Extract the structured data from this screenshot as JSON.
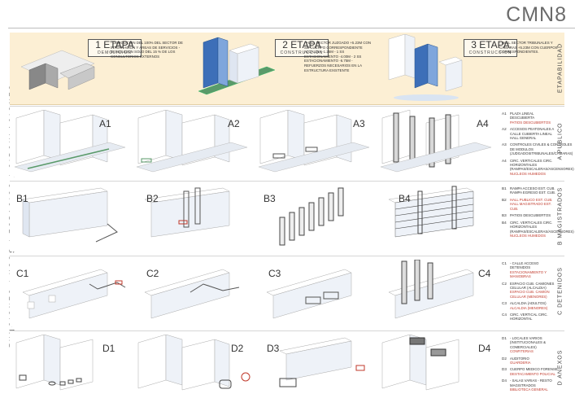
{
  "header": {
    "brand": "CMN8"
  },
  "side_title": "FUNCIONES  /  USOS  /  ESPACIOS  /  CIRCULACIONES",
  "etapas": {
    "title": "ETAPABILIDAD",
    "stages": [
      {
        "num": "1 ETAPA",
        "sub": "DEMOLICION",
        "desc": "- DEMOLICION DEL 100% DEL SECTOR DE INTERNACION Y AREAS DE SERVICIOS - DEMOLICION SOLO DEL 15 % DE LOS CONSULTORIOS EXTERNOS"
      },
      {
        "num": "2 ETAPA",
        "sub": "CONSTRUCCION",
        "desc": "- HALL SECTOR JUZGADO +5.23m CON SU CUERPO CORRESPONDIENTE ALCALDIA -1.25m - 1 SS ESTACIONAMIENTO -4.00m - 2 SS ESTACIONAMIENTO -6.75m - REFUERZOS NECESARIOS EN LA ESTRUCTURA EXISTENTE"
      },
      {
        "num": "3 ETAPA",
        "sub": "CONSTRUCCION",
        "desc": "- HALL SECTOR TRIBUNALES Y CAMARAS +5.23m CON CUERPOS CORRESPONDIENTES."
      }
    ]
  },
  "rows": [
    {
      "title": "A  PUBLICO",
      "cells": [
        {
          "letter": "A",
          "num": "1"
        },
        {
          "letter": "A",
          "num": "2"
        },
        {
          "letter": "A",
          "num": "3"
        },
        {
          "letter": "A",
          "num": "4"
        }
      ],
      "legend": [
        {
          "code": "A1",
          "text": "PLAZA LINEAL DESCUBIERTA",
          "note": "PATIOS DESCUBIERTOS"
        },
        {
          "code": "A2",
          "text": "ACCESOS PEATONALES A CALLE CUBIERTA LINEAL HALL GENERAL",
          "note": ""
        },
        {
          "code": "A3",
          "text": "CONTROLES CIVILES & CONTROLES DE MODULOS (judgadosItribunales/camaras)",
          "note": ""
        },
        {
          "code": "A4",
          "text": "CIRC. VERTICALES CIRC. HORIZONTALES (rampas/escaleras/ascensores)",
          "note": "NUCLEOS HUMEDOS"
        }
      ]
    },
    {
      "title": "B  MAGISTRADOS",
      "cells": [
        {
          "letter": "B",
          "num": "1"
        },
        {
          "letter": "B",
          "num": "2"
        },
        {
          "letter": "B",
          "num": "3"
        },
        {
          "letter": "B",
          "num": "4"
        }
      ],
      "legend": [
        {
          "code": "B1",
          "text": "RAMPA ACCESO EST. CUB. RAMPA EGRESO EST. CUB.",
          "note": ""
        },
        {
          "code": "B2",
          "text": "",
          "note": "HALL PUBLICO EST. CUB. HALL MAGISTRADO EST. CUB."
        },
        {
          "code": "B3",
          "text": "PATIOS DESCUBIERTOS",
          "note": ""
        },
        {
          "code": "B4",
          "text": "CIRC. VERTICALES CIRC. HORIZONTALES (rampas/escaleras/ascensores)",
          "note": "NUCLEOS HUMEDOS"
        }
      ]
    },
    {
      "title": "C  DETENIDOS",
      "cells": [
        {
          "letter": "C",
          "num": "1"
        },
        {
          "letter": "C",
          "num": "2"
        },
        {
          "letter": "C",
          "num": "3"
        },
        {
          "letter": "C",
          "num": "4"
        }
      ],
      "legend": [
        {
          "code": "C1",
          "text": "- CALLE ACCESO DETENIDOS",
          "note": "ESTACIONAMIENTO Y MANIOBRAS"
        },
        {
          "code": "C2",
          "text": "ESPACIO CUB. CAMIONES CELULAR (alcaldia)",
          "note": "ESPACIO CUB. CAMION CELULAR (menores)"
        },
        {
          "code": "C3",
          "text": "ALCALDIA (adultos)",
          "note": "ALCALDIA (menores)"
        },
        {
          "code": "C4",
          "text": "CIRC. VERTICAL CIRC. HORIZONTAL",
          "note": ""
        }
      ]
    },
    {
      "title": "D  ANEXOS",
      "cells": [
        {
          "letter": "D",
          "num": "1"
        },
        {
          "letter": "D",
          "num": "2"
        },
        {
          "letter": "D",
          "num": "3"
        },
        {
          "letter": "D",
          "num": "4"
        }
      ],
      "legend": [
        {
          "code": "D1",
          "text": "- LOCALES VARIOS (institucionales & comerciales)",
          "note": "CONFITERIAS"
        },
        {
          "code": "D2",
          "text": "AUDITORIO",
          "note": "GUARDERIA"
        },
        {
          "code": "D3",
          "text": "CUERPO MEDICO FORENSE",
          "note": "DESTACAMENTO POLICIAL"
        },
        {
          "code": "D4",
          "text": "- SALAS VARIAS - RESTO MAGISTRADOS",
          "note": "BIBLIOTECA GENERAL"
        }
      ]
    }
  ],
  "colors": {
    "accent_red": "#c0392b",
    "etapa_bg": "#fcefd4",
    "blue_block": "#3d6fb8"
  }
}
